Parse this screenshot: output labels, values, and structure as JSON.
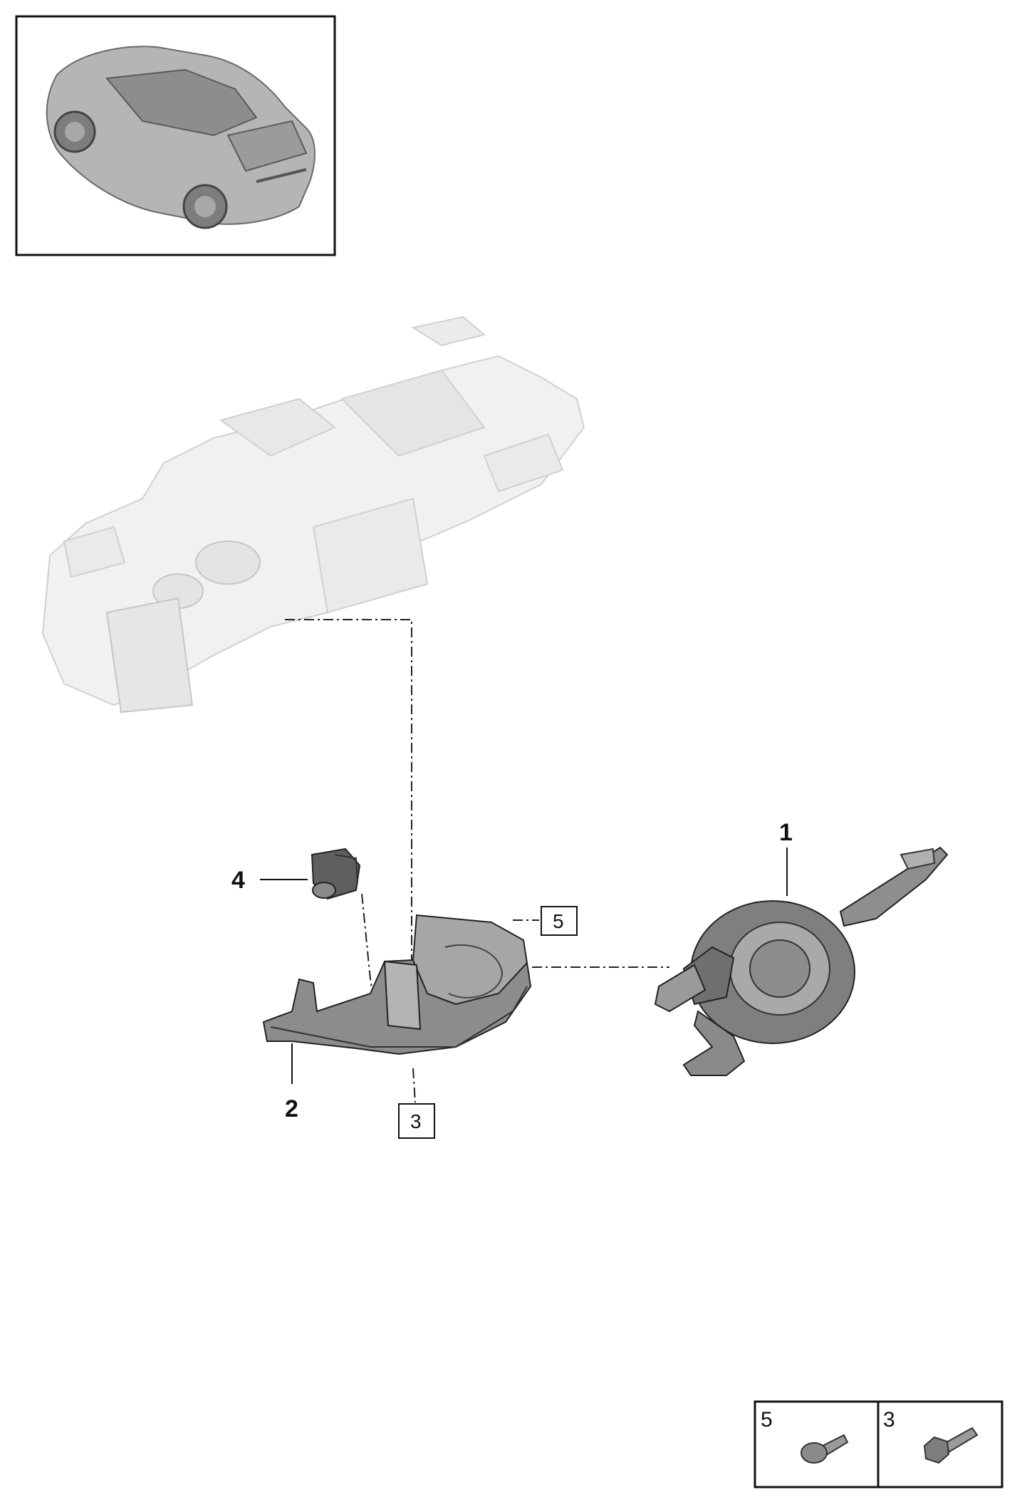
{
  "diagram": {
    "callouts": {
      "part_1": "1",
      "part_2": "2",
      "part_4": "4"
    },
    "boxed_refs": {
      "ref_5": "5",
      "ref_3": "3"
    },
    "legend": {
      "cell_left": "5",
      "cell_right": "3"
    }
  }
}
